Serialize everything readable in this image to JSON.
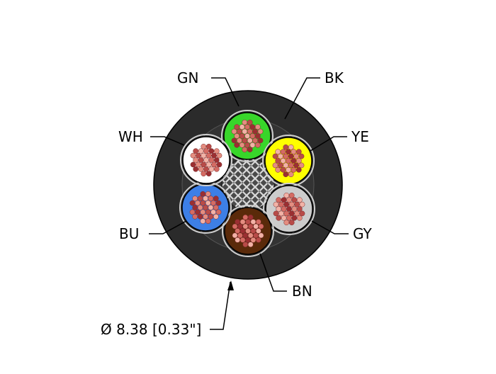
{
  "cable": {
    "jacket_color": "#2b2b2b",
    "sheath_color": "#cfcfcf",
    "conductors": [
      {
        "id": "gn",
        "label": "GN",
        "color": "#38d62a"
      },
      {
        "id": "yellow",
        "label": "YE",
        "color": "#ffff00"
      },
      {
        "id": "gy",
        "label": "GY",
        "color": "#cccccc"
      },
      {
        "id": "bn",
        "label": "BN",
        "color": "#5a2a0a"
      },
      {
        "id": "bu",
        "label": "BU",
        "color": "#3d7fe6"
      },
      {
        "id": "wh",
        "label": "WH",
        "color": "#ffffff"
      }
    ],
    "jacket_label": "BK",
    "diameter_label": "Ø 8.38 [0.33\"]",
    "strand_colors": [
      "#f2b2a6",
      "#e48d80",
      "#d46b63",
      "#b84b48",
      "#9b2f32"
    ]
  }
}
